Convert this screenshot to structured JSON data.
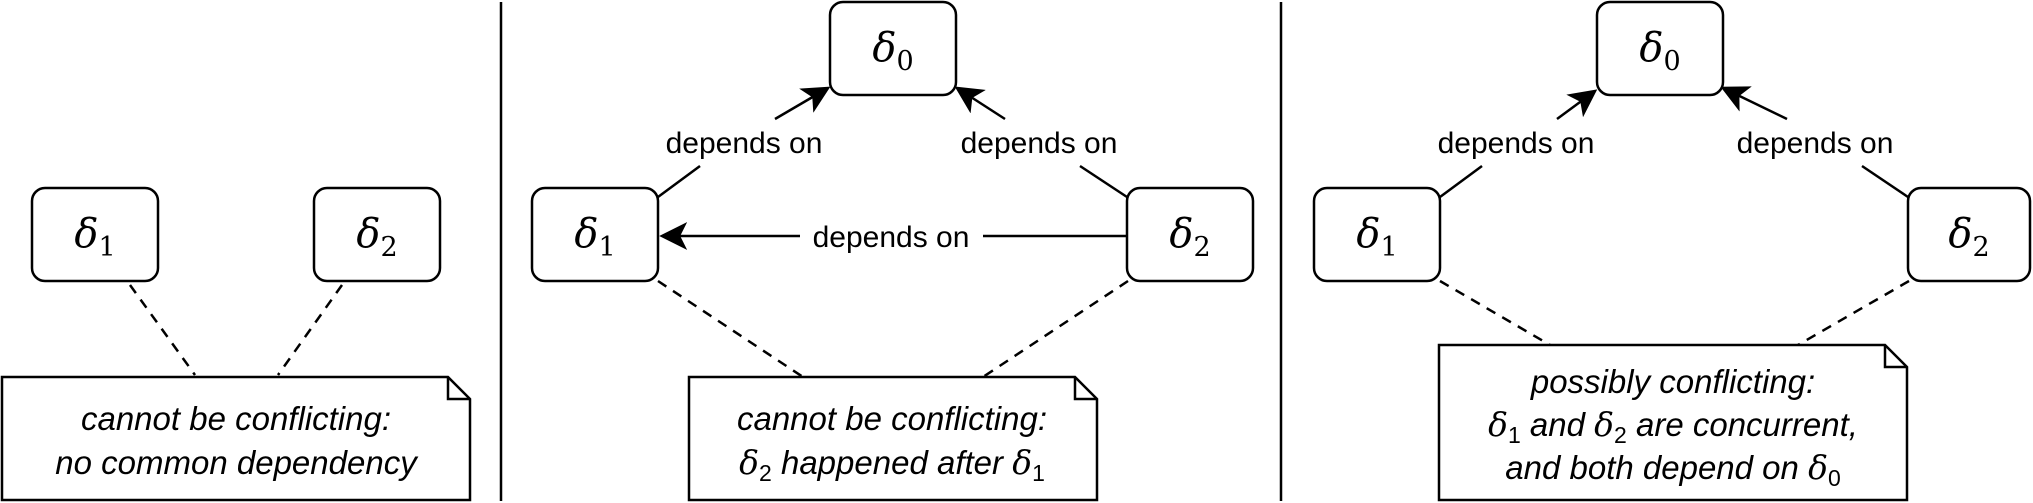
{
  "panels": [
    {
      "nodes": {
        "d1": {
          "symbol": "δ",
          "sub": "1"
        },
        "d2": {
          "symbol": "δ",
          "sub": "2"
        }
      },
      "note": {
        "line1": "cannot be conflicting:",
        "line2": "no common dependency"
      }
    },
    {
      "nodes": {
        "d0": {
          "symbol": "δ",
          "sub": "0"
        },
        "d1": {
          "symbol": "δ",
          "sub": "1"
        },
        "d2": {
          "symbol": "δ",
          "sub": "2"
        }
      },
      "edges": {
        "d1_d0": "depends on",
        "d2_d0": "depends on",
        "d2_d1": "depends on"
      },
      "note": {
        "line1": "cannot be conflicting:",
        "line2_sym_a": "δ",
        "line2_sub_a": "2",
        "line2_text": " happened after ",
        "line2_sym_b": "δ",
        "line2_sub_b": "1"
      }
    },
    {
      "nodes": {
        "d0": {
          "symbol": "δ",
          "sub": "0"
        },
        "d1": {
          "symbol": "δ",
          "sub": "1"
        },
        "d2": {
          "symbol": "δ",
          "sub": "2"
        }
      },
      "edges": {
        "d1_d0": "depends on",
        "d2_d0": "depends on"
      },
      "note": {
        "line1": "possibly conflicting:",
        "line2_sym_a": "δ",
        "line2_sub_a": "1",
        "line2_mid": " and ",
        "line2_sym_b": "δ",
        "line2_sub_b": "2",
        "line2_end": " are concurrent,",
        "line3_text": "and both depend on ",
        "line3_sym": "δ",
        "line3_sub": "0"
      }
    }
  ]
}
